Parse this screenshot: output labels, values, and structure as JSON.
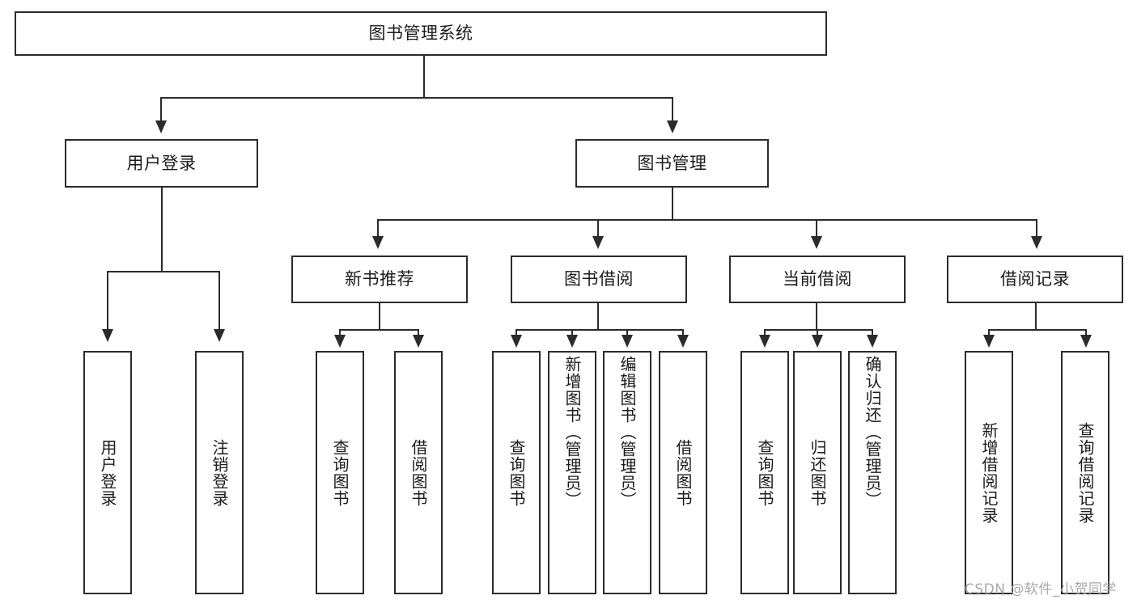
{
  "diagram": {
    "type": "hierarchy-tree",
    "title": "图书管理系统",
    "root": {
      "label": "图书管理系统"
    },
    "level1": [
      {
        "label": "用户登录"
      },
      {
        "label": "图书管理"
      }
    ],
    "level2": [
      {
        "label": "新书推荐"
      },
      {
        "label": "图书借阅"
      },
      {
        "label": "当前借阅"
      },
      {
        "label": "借阅记录"
      }
    ],
    "leaves": {
      "user_login": [
        {
          "label": "用户登录"
        },
        {
          "label": "注销登录"
        }
      ],
      "new_book_recommend": [
        {
          "label": "查询图书"
        },
        {
          "label": "借阅图书"
        }
      ],
      "book_borrow": [
        {
          "label": "查询图书"
        },
        {
          "label": "新增图书（管理员）"
        },
        {
          "label": "编辑图书（管理员）"
        },
        {
          "label": "借阅图书"
        }
      ],
      "current_borrow": [
        {
          "label": "查询图书"
        },
        {
          "label": "归还图书"
        },
        {
          "label": "确认归还（管理员）"
        }
      ],
      "borrow_records": [
        {
          "label": "新增借阅记录"
        },
        {
          "label": "查询借阅记录"
        }
      ]
    }
  },
  "watermark": {
    "text": "CSDN @软件_小贺同学"
  },
  "colors": {
    "stroke": "#2b2b2b",
    "text": "#1b1b1b",
    "background": "#ffffff",
    "watermark": "#a9a9a9"
  }
}
